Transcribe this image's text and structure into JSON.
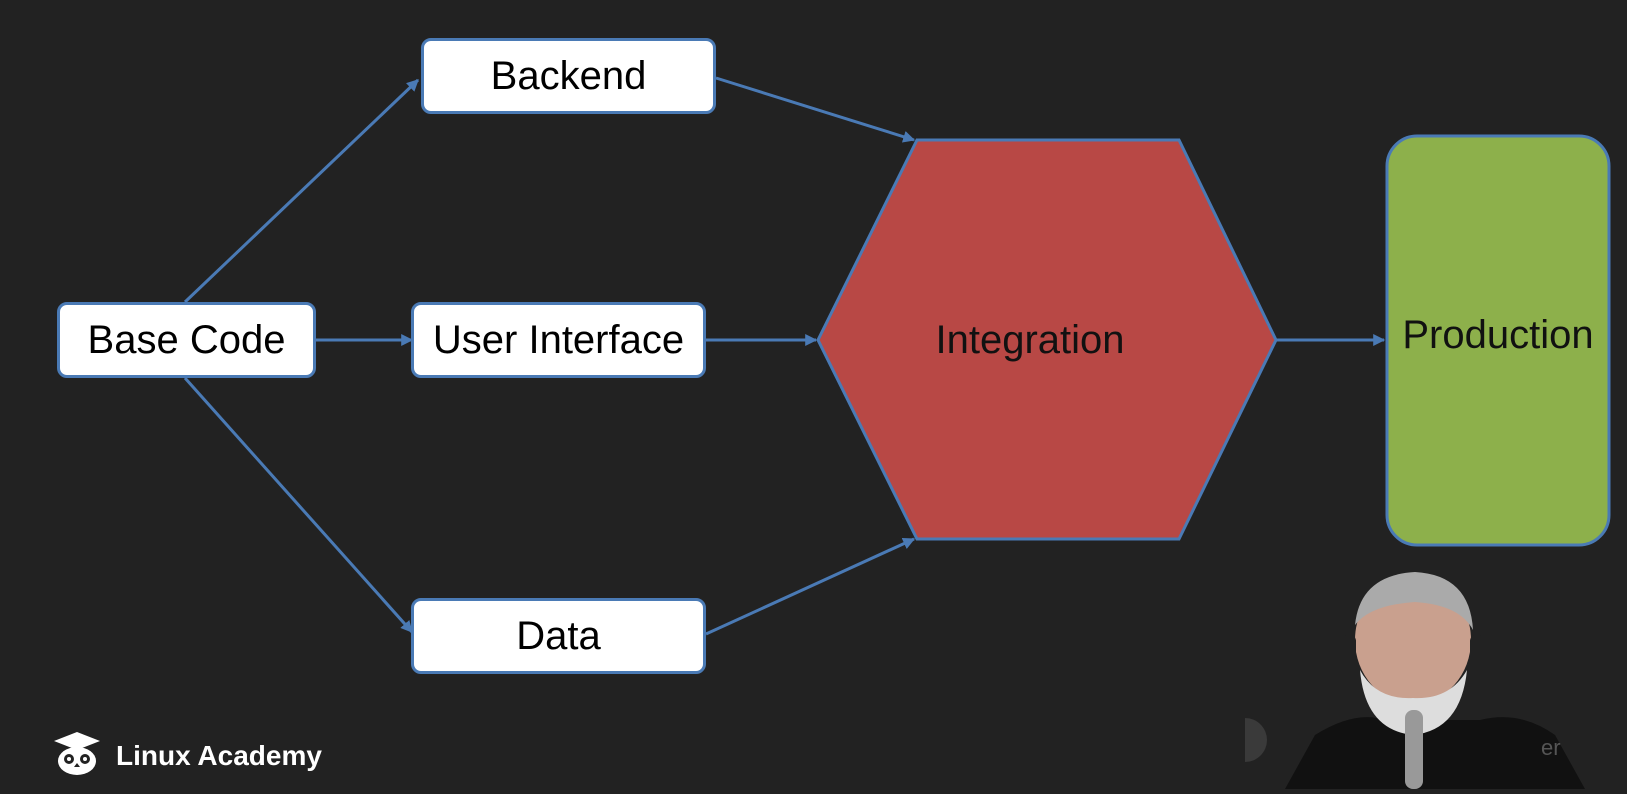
{
  "nodes": {
    "base_code": "Base Code",
    "backend": "Backend",
    "user_interface": "User Interface",
    "data": "Data",
    "integration": "Integration",
    "production": "Production"
  },
  "edges": [
    {
      "from": "base_code",
      "to": "backend"
    },
    {
      "from": "base_code",
      "to": "user_interface"
    },
    {
      "from": "base_code",
      "to": "data"
    },
    {
      "from": "backend",
      "to": "integration"
    },
    {
      "from": "user_interface",
      "to": "integration"
    },
    {
      "from": "data",
      "to": "integration"
    },
    {
      "from": "integration",
      "to": "production"
    }
  ],
  "colors": {
    "background": "#222222",
    "box_fill": "#ffffff",
    "stroke": "#4a7ab5",
    "integration_fill": "#b84845",
    "production_fill": "#8db04b"
  },
  "branding": {
    "logo_text": "Linux Academy",
    "logo_icon": "owl-graduation-cap-icon",
    "watermark_text": "er"
  },
  "presenter": {
    "icon": "presenter-webcam-video"
  }
}
